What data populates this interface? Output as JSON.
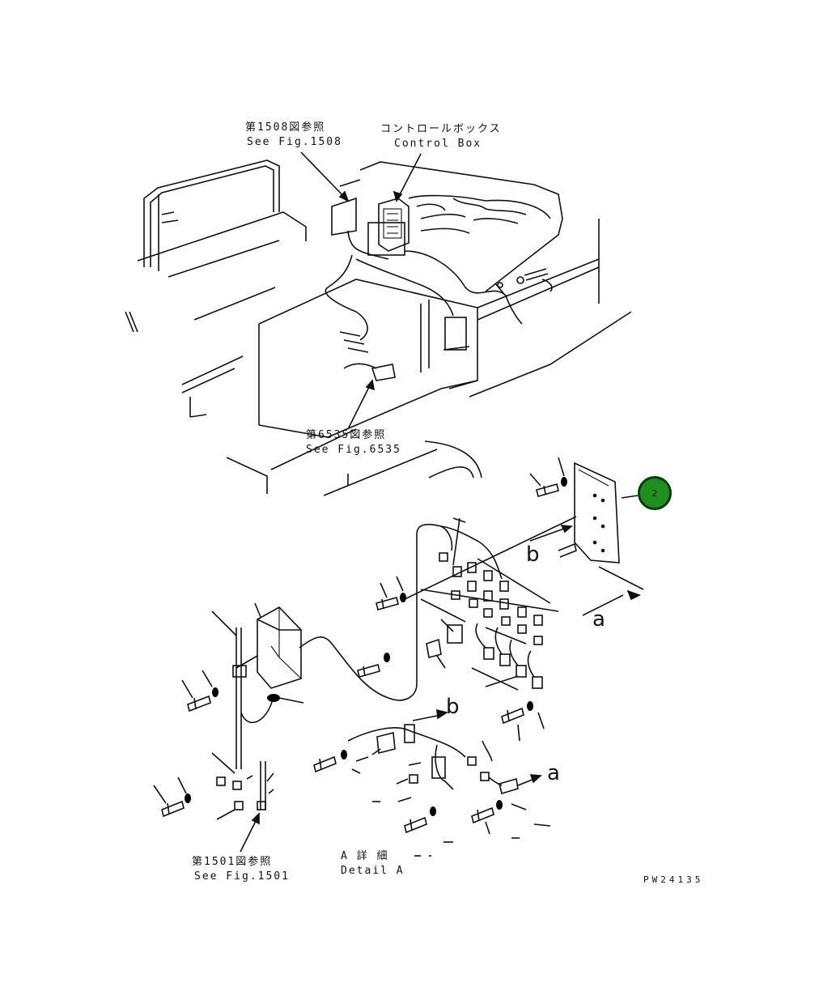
{
  "labels": {
    "ref_1508_jp": "第1508図参照",
    "ref_1508_en": "See Fig.1508",
    "control_box_jp": "コントロールボックス",
    "control_box_en": "Control Box",
    "ref_6535_jp": "第6535図参照",
    "ref_6535_en": "See Fig.6535",
    "ref_1501_jp": "第1501図参照",
    "ref_1501_en": "See Fig.1501",
    "detail_jp": "A 詳 細",
    "detail_en": "Detail A",
    "view_b_upper": "b",
    "view_a_upper": "a",
    "view_b_lower": "b",
    "view_a_lower": "a",
    "drawing_code": "PW24135"
  },
  "badge": {
    "number": "2",
    "color": "#1f8f1f"
  }
}
